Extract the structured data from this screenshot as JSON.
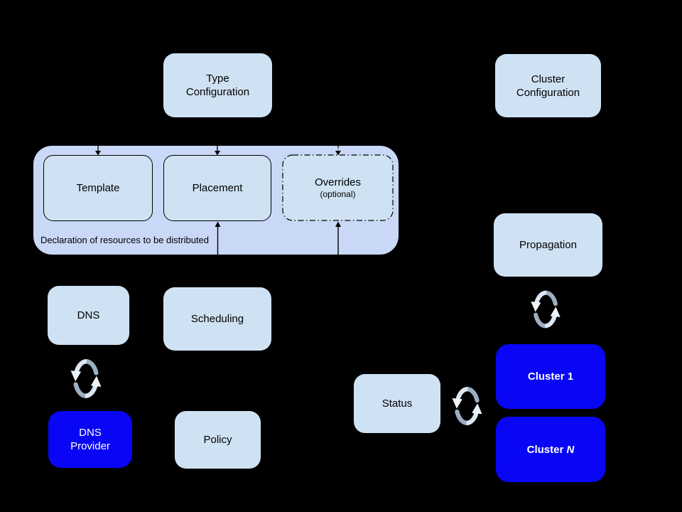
{
  "colors": {
    "background": "#000000",
    "container_fill": "#c9d8f7",
    "box_fill": "#cfe2f3",
    "blue_fill": "#0806f5",
    "text_dark": "#000000",
    "text_light": "#ffffff",
    "connector": "#000000",
    "sync_tail": "#9cafc1",
    "sync_head": "#dce7f3",
    "sync_arrowhead": "#eaf1f9"
  },
  "nodes": {
    "type_configuration": "Type\nConfiguration",
    "cluster_configuration": "Cluster\nConfiguration",
    "template": "Template",
    "placement": "Placement",
    "overrides_title": "Overrides",
    "overrides_subtitle": "(optional)",
    "container_note": "Declaration of resources to be distributed",
    "dns": "DNS",
    "scheduling": "Scheduling",
    "policy": "Policy",
    "dns_provider": "DNS\nProvider",
    "propagation": "Propagation",
    "status": "Status",
    "cluster_1": "Cluster 1",
    "cluster_n_prefix": "Cluster ",
    "cluster_n_suffix": "N"
  },
  "icons": {
    "sync": "sync-cycle-arrows"
  }
}
